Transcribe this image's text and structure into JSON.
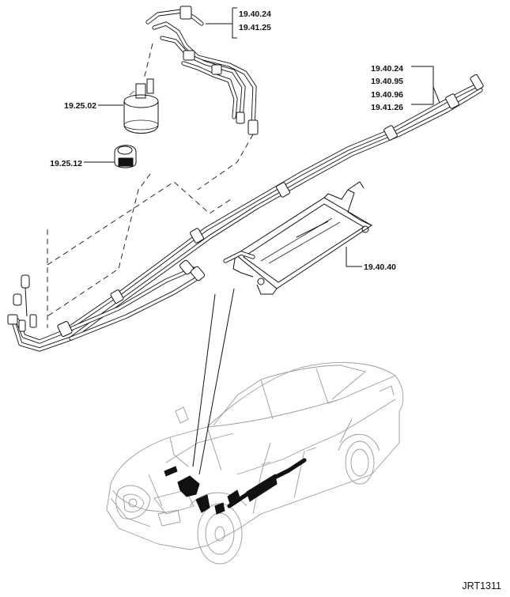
{
  "callouts": [
    {
      "id": "cA",
      "lines": [
        "19.40.24",
        "19.41.25"
      ]
    },
    {
      "id": "cB",
      "lines": [
        "19.25.02"
      ]
    },
    {
      "id": "cC",
      "lines": [
        "19.25.12"
      ]
    },
    {
      "id": "cD",
      "lines": [
        "19.40.24",
        "19.40.95",
        "19.40.96",
        "19.41.26"
      ]
    },
    {
      "id": "cE",
      "lines": [
        "19.40.40"
      ]
    }
  ],
  "figure_ref": "JRT1311"
}
